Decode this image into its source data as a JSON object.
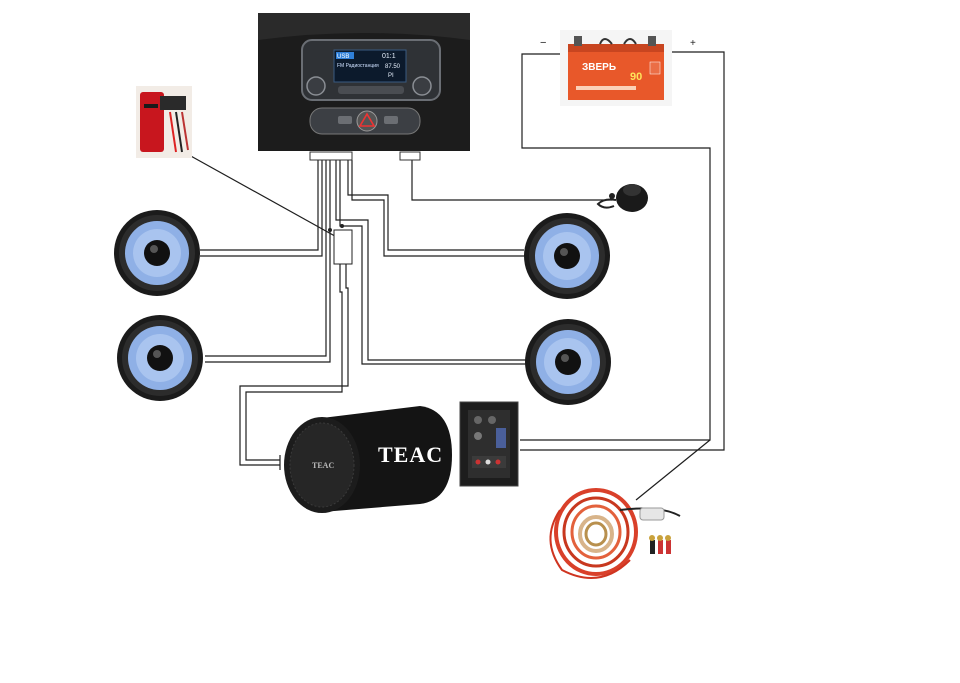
{
  "head_unit": {
    "display_lines": [
      "USB",
      "01:1",
      "FM Радиостанция",
      "87.50",
      "",
      "PI"
    ],
    "hazard_icon": "hazard-triangle-icon"
  },
  "battery": {
    "brand": "ЗВЕРЬ",
    "capacity": "90",
    "minus_label": "−",
    "plus_label": "+"
  },
  "subwoofer": {
    "brand": "TEAC",
    "cap_brand": "TEAC"
  },
  "amp_kit_caption": "",
  "speakers": [
    {
      "name": "front-left",
      "cone": "#8fb0e6"
    },
    {
      "name": "rear-left",
      "cone": "#8fb0e6"
    },
    {
      "name": "front-right",
      "cone": "#8fb0e6"
    },
    {
      "name": "rear-right",
      "cone": "#8fb0e6"
    }
  ],
  "colors": {
    "wire": "#1e1e1e",
    "battery_body": "#e8582a",
    "speaker_cone": "#8fb0e6",
    "cable_red": "#d9402a"
  }
}
